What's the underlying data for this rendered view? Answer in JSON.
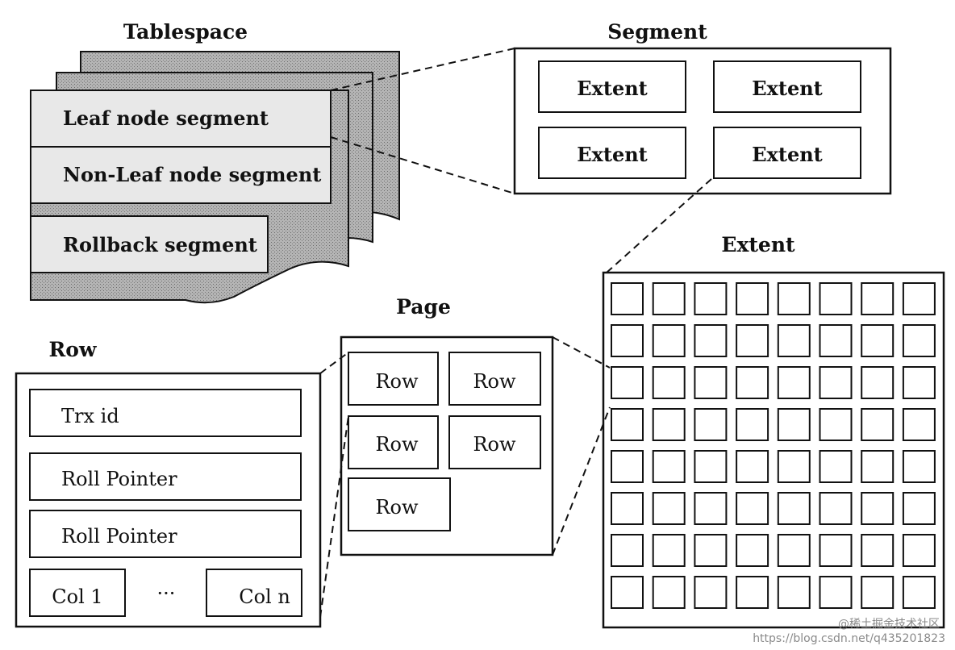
{
  "tablespace": {
    "title": "Tablespace",
    "segments": [
      "Leaf node segment",
      "Non-Leaf node segment",
      "Rollback segment"
    ]
  },
  "segment": {
    "title": "Segment",
    "extents": [
      "Extent",
      "Extent",
      "Extent",
      "Extent"
    ]
  },
  "extent": {
    "title": "Extent",
    "grid_rows": 8,
    "grid_cols": 8
  },
  "page": {
    "title": "Page",
    "rows": [
      "Row",
      "Row",
      "Row",
      "Row",
      "Row"
    ]
  },
  "row": {
    "title": "Row",
    "fields": [
      "Trx id",
      "Roll Pointer",
      "Roll Pointer"
    ],
    "col_first": "Col 1",
    "ellipsis": "···",
    "col_last": "Col n"
  },
  "watermark": {
    "line1": "@稀土掘金技术社区",
    "line2": "https://blog.csdn.net/q435201823"
  },
  "colors": {
    "stroke": "#111111",
    "segment_fill": "#e8e8e8",
    "shaded_fill": "#a8a8a8"
  }
}
